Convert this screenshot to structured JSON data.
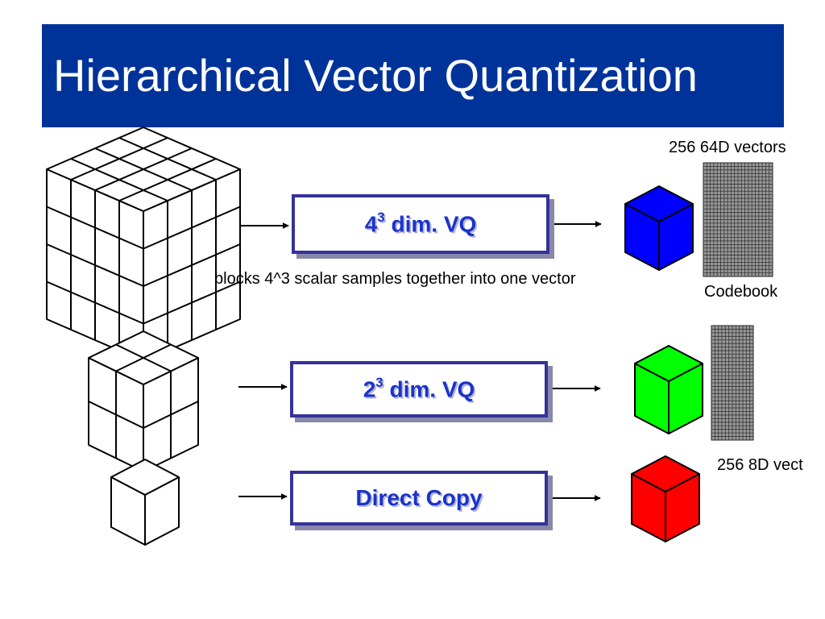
{
  "slide": {
    "title": "Hierarchical Vector Quantization"
  },
  "rows": [
    {
      "process_base": "4",
      "process_exp": "3",
      "process_rest": " dim. VQ",
      "cube_color": "#0000ff",
      "source_grid": 4
    },
    {
      "process_base": "2",
      "process_exp": "3",
      "process_rest": " dim. VQ",
      "cube_color": "#00ff00",
      "source_grid": 2
    },
    {
      "process_label": "Direct Copy",
      "cube_color": "#ff0000",
      "source_grid": 1
    }
  ],
  "annotations": {
    "codebook_64d": "256 64D vectors",
    "block_description": "blocks 4^3 scalar samples together into one vector",
    "codebook": "Codebook",
    "codebook_8d": "256 8D vect"
  },
  "colors": {
    "title_background": "#003399",
    "title_text": "#ffffff",
    "box_border": "#333399",
    "box_label": "#1a33cc",
    "codebook_fill": "#999999"
  }
}
